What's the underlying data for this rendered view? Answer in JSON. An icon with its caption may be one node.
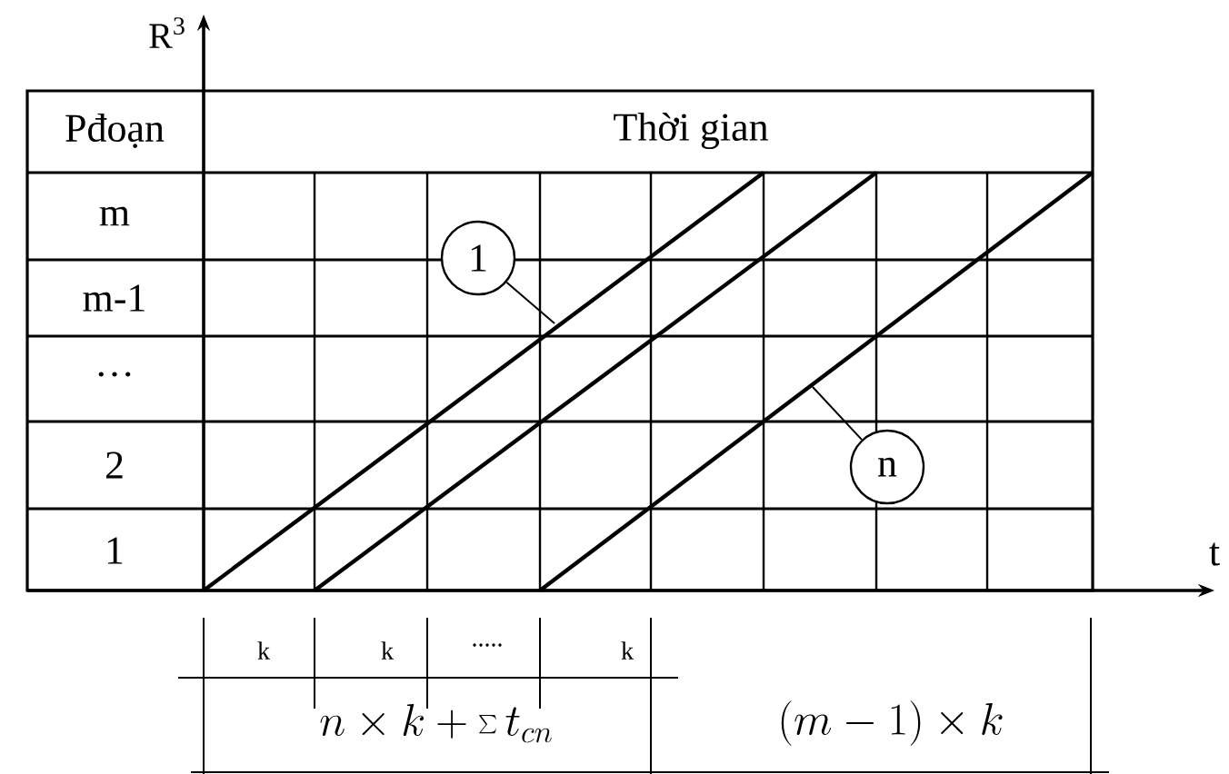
{
  "diagram": {
    "nodes": [
      {
        "text": [
          "1"
        ]
      },
      {
        "text": [
          "n"
        ]
      }
    ],
    "edges": [
      {
        "from": 0,
        "to": null,
        "arrow": "none"
      },
      {
        "from": 1,
        "to": null,
        "arrow": "none"
      }
    ],
    "labels": [
      "R$^{3}$",
      "Pđoạn",
      "Thời gian",
      "m",
      "m-1",
      "…",
      "2",
      "1",
      "t",
      "k",
      "k",
      ".....",
      "k",
      "n\\times k+\\sum t_{cn}",
      "(m-1)\\times k"
    ]
  }
}
